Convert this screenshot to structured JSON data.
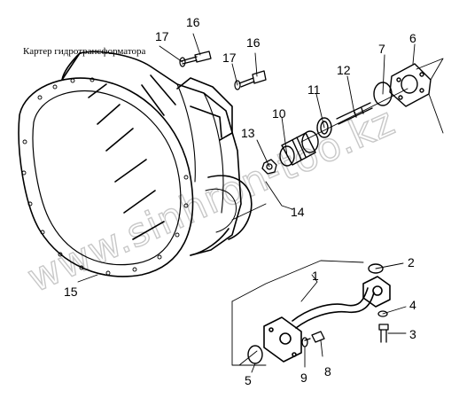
{
  "caption": "Картер гидротрансформатора",
  "watermark": "www.sinhron-too.kz",
  "callouts": [
    "1",
    "2",
    "3",
    "4",
    "5",
    "6",
    "7",
    "8",
    "9",
    "10",
    "11",
    "12",
    "13",
    "14",
    "15",
    "16",
    "16",
    "17",
    "17"
  ]
}
